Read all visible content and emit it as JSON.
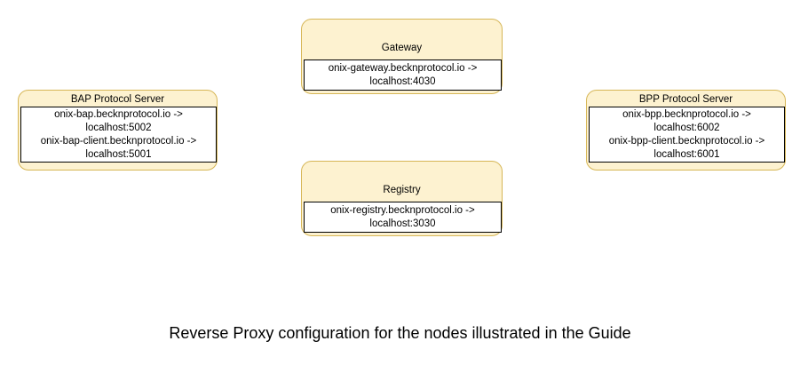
{
  "diagram": {
    "caption": "Reverse Proxy configuration for the nodes illustrated in the Guide",
    "colors": {
      "node_fill": "#fdf2d0",
      "node_border": "#d6b656",
      "body_fill": "#ffffff",
      "body_border": "#000000",
      "text": "#000000",
      "background": "#ffffff"
    },
    "nodes": [
      {
        "id": "gateway",
        "title": "Gateway",
        "mappings": [
          {
            "line1": "onix-gateway.becknprotocol.io ->",
            "line2": "localhost:4030"
          }
        ]
      },
      {
        "id": "registry",
        "title": "Registry",
        "mappings": [
          {
            "line1": "onix-registry.becknprotocol.io ->",
            "line2": "localhost:3030"
          }
        ]
      },
      {
        "id": "bap-protocol-server",
        "title": "BAP Protocol Server",
        "mappings": [
          {
            "line1": "onix-bap.becknprotocol.io ->",
            "line2": "localhost:5002"
          },
          {
            "line1": "onix-bap-client.becknprotocol.io ->",
            "line2": "localhost:5001"
          }
        ]
      },
      {
        "id": "bpp-protocol-server",
        "title": "BPP Protocol Server",
        "mappings": [
          {
            "line1": "onix-bpp.becknprotocol.io ->",
            "line2": "localhost:6002"
          },
          {
            "line1": "onix-bpp-client.becknprotocol.io ->",
            "line2": "localhost:6001"
          }
        ]
      }
    ]
  }
}
